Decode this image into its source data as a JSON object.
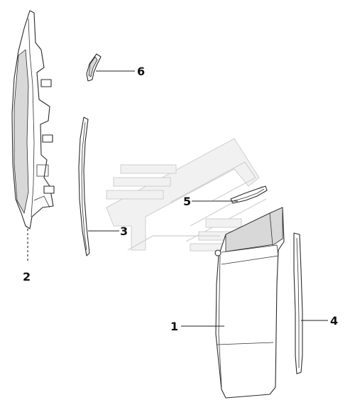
{
  "callouts": [
    {
      "id": "1",
      "label": "1"
    },
    {
      "id": "2",
      "label": "2"
    },
    {
      "id": "3",
      "label": "3"
    },
    {
      "id": "4",
      "label": "4"
    },
    {
      "id": "5",
      "label": "5"
    },
    {
      "id": "6",
      "label": "6"
    }
  ],
  "colors": {
    "line": "#2a2a2a",
    "shade": "#d8d8d8",
    "watermark": "#cfcfcf",
    "background": "#ffffff"
  }
}
